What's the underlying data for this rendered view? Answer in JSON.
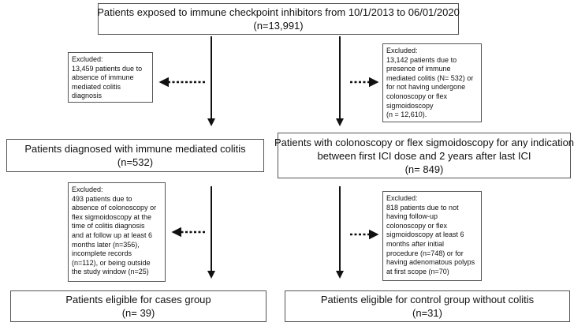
{
  "top": {
    "lines": [
      "Patients exposed to immune checkpoint inhibitors from 10/1/2013 to 06/01/2020",
      "(n=13,991)"
    ]
  },
  "excl_left_1": {
    "lines": [
      "Excluded:",
      "13,459 patients due to",
      "absence of immune",
      "mediated colitis",
      "diagnosis"
    ]
  },
  "excl_right_1": {
    "lines": [
      "Excluded:",
      "13,142 patients due to",
      "presence of immune",
      "mediated colitis (N= 532) or",
      "for not having undergone",
      "colonoscopy or flex",
      "sigmoidoscopy",
      "(n = 12,610)."
    ]
  },
  "mid_left": {
    "lines": [
      "Patients diagnosed with immune mediated colitis",
      "(n=532)"
    ]
  },
  "mid_right": {
    "lines": [
      "Patients with colonoscopy or flex sigmoidoscopy for any indication",
      "between first ICI dose and 2 years after last ICI",
      "(n= 849)"
    ]
  },
  "excl_left_2": {
    "lines": [
      "Excluded:",
      "493 patients due to",
      "absence of colonoscopy or",
      "flex sigmoidoscopy at the",
      "time of colitis diagnosis",
      "and at follow up at least 6",
      "months later (n=356),",
      "incomplete records",
      "(n=112), or being outside",
      "the study window (n=25)"
    ]
  },
  "excl_right_2": {
    "lines": [
      "Excluded:",
      "818 patients due to not",
      "having follow-up",
      "colonoscopy or flex",
      "sigmoidoscopy at least 6",
      "months after initial",
      "procedure (n=748) or for",
      "having adenomatous polyps",
      "at first scope (n=70)"
    ]
  },
  "bottom_left": {
    "lines": [
      "Patients eligible for cases group",
      "(n= 39)"
    ]
  },
  "bottom_right": {
    "lines": [
      "Patients eligible for control group without colitis",
      "(n=31)"
    ]
  }
}
